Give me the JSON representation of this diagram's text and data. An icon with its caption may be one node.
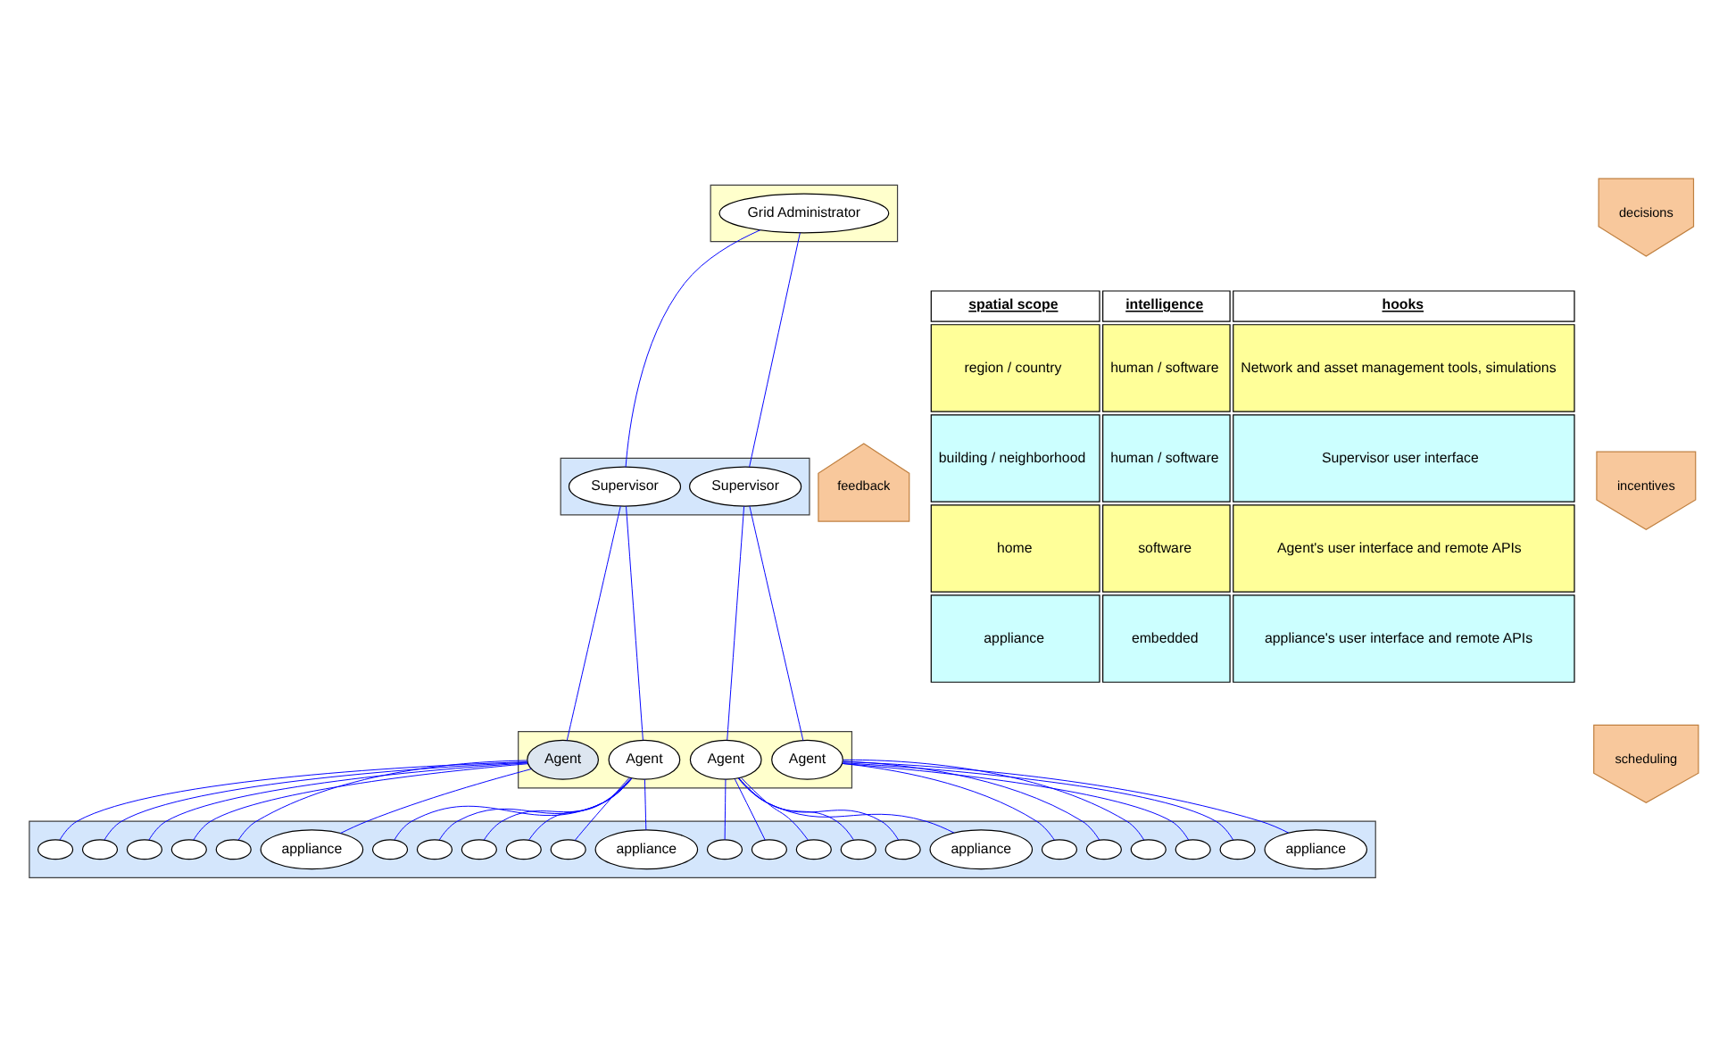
{
  "diagram": {
    "nodes": [
      {
        "text": [],
        "shape": "box"
      },
      {
        "text": [
          "Grid Administrator"
        ],
        "in": 0
      },
      {
        "text": [],
        "shape": "box"
      },
      {
        "text": [
          "Supervisor"
        ],
        "in": 2
      },
      {
        "text": [
          "Supervisor"
        ],
        "in": 2
      },
      {
        "text": [],
        "shape": "box"
      },
      {
        "text": [
          "Agent"
        ],
        "in": 5
      },
      {
        "text": [
          "Agent"
        ],
        "in": 5
      },
      {
        "text": [
          "Agent"
        ],
        "in": 5
      },
      {
        "text": [
          "Agent"
        ],
        "in": 5
      },
      {
        "text": [],
        "shape": "box"
      },
      {
        "text": [
          "appliance"
        ],
        "in": 10
      },
      {
        "text": [],
        "shape": "ellipse",
        "in": 10
      },
      {
        "text": [],
        "shape": "ellipse",
        "in": 10
      },
      {
        "text": [],
        "shape": "ellipse",
        "in": 10
      },
      {
        "text": [],
        "shape": "ellipse",
        "in": 10
      },
      {
        "text": [],
        "shape": "ellipse",
        "in": 10
      },
      {
        "text": [
          "appliance"
        ],
        "in": 10
      },
      {
        "text": [],
        "shape": "ellipse",
        "in": 10
      },
      {
        "text": [],
        "shape": "ellipse",
        "in": 10
      },
      {
        "text": [],
        "shape": "ellipse",
        "in": 10
      },
      {
        "text": [],
        "shape": "ellipse",
        "in": 10
      },
      {
        "text": [],
        "shape": "ellipse",
        "in": 10
      },
      {
        "text": [
          "appliance"
        ],
        "in": 10
      },
      {
        "text": [],
        "shape": "ellipse",
        "in": 10
      },
      {
        "text": [],
        "shape": "ellipse",
        "in": 10
      },
      {
        "text": [],
        "shape": "ellipse",
        "in": 10
      },
      {
        "text": [],
        "shape": "ellipse",
        "in": 10
      },
      {
        "text": [],
        "shape": "ellipse",
        "in": 10
      },
      {
        "text": [
          "appliance"
        ],
        "in": 10
      },
      {
        "text": [],
        "shape": "ellipse",
        "in": 10
      },
      {
        "text": [],
        "shape": "ellipse",
        "in": 10
      },
      {
        "text": [],
        "shape": "ellipse",
        "in": 10
      },
      {
        "text": [],
        "shape": "ellipse",
        "in": 10
      },
      {
        "text": [],
        "shape": "ellipse",
        "in": 10
      },
      {
        "text": [
          "decisions"
        ]
      },
      {
        "text": [
          "incentives"
        ]
      },
      {
        "text": [
          "scheduling"
        ]
      },
      {
        "text": [
          "feedback"
        ]
      }
    ],
    "edges": [
      {
        "from": 1,
        "to": 3,
        "arrow": "none"
      },
      {
        "from": 1,
        "to": 4,
        "arrow": "none"
      },
      {
        "from": 3,
        "to": 6,
        "arrow": "none"
      },
      {
        "from": 3,
        "to": 7,
        "arrow": "none"
      },
      {
        "from": 4,
        "to": 8,
        "arrow": "none"
      },
      {
        "from": 4,
        "to": 9,
        "arrow": "none"
      },
      {
        "from": 6,
        "to": 11,
        "arrow": "none"
      },
      {
        "from": 6,
        "to": 12,
        "arrow": "none"
      },
      {
        "from": 6,
        "to": 13,
        "arrow": "none"
      },
      {
        "from": 6,
        "to": 14,
        "arrow": "none"
      },
      {
        "from": 6,
        "to": 15,
        "arrow": "none"
      },
      {
        "from": 6,
        "to": 16,
        "arrow": "none"
      },
      {
        "from": 7,
        "to": 17,
        "arrow": "none"
      },
      {
        "from": 7,
        "to": 18,
        "arrow": "none"
      },
      {
        "from": 7,
        "to": 19,
        "arrow": "none"
      },
      {
        "from": 7,
        "to": 20,
        "arrow": "none"
      },
      {
        "from": 7,
        "to": 21,
        "arrow": "none"
      },
      {
        "from": 7,
        "to": 22,
        "arrow": "none"
      },
      {
        "from": 8,
        "to": 23,
        "arrow": "none"
      },
      {
        "from": 8,
        "to": 24,
        "arrow": "none"
      },
      {
        "from": 8,
        "to": 25,
        "arrow": "none"
      },
      {
        "from": 8,
        "to": 26,
        "arrow": "none"
      },
      {
        "from": 8,
        "to": 27,
        "arrow": "none"
      },
      {
        "from": 8,
        "to": 28,
        "arrow": "none"
      },
      {
        "from": 9,
        "to": 29,
        "arrow": "none"
      },
      {
        "from": 9,
        "to": 30,
        "arrow": "none"
      },
      {
        "from": 9,
        "to": 31,
        "arrow": "none"
      },
      {
        "from": 9,
        "to": 32,
        "arrow": "none"
      },
      {
        "from": 9,
        "to": 33,
        "arrow": "none"
      },
      {
        "from": 9,
        "to": 34,
        "arrow": "none"
      }
    ],
    "labels": [
      "spatial scope",
      "intelligence",
      "hooks",
      "region / country",
      "human / software",
      "Network and asset management tools, simulations",
      "building / neighborhood",
      "human / software",
      "Supervisor user interface",
      "home",
      "software",
      "Agent's user interface and remote APIs",
      "appliance",
      "embedded",
      "appliance's user interface and remote APIs"
    ]
  }
}
